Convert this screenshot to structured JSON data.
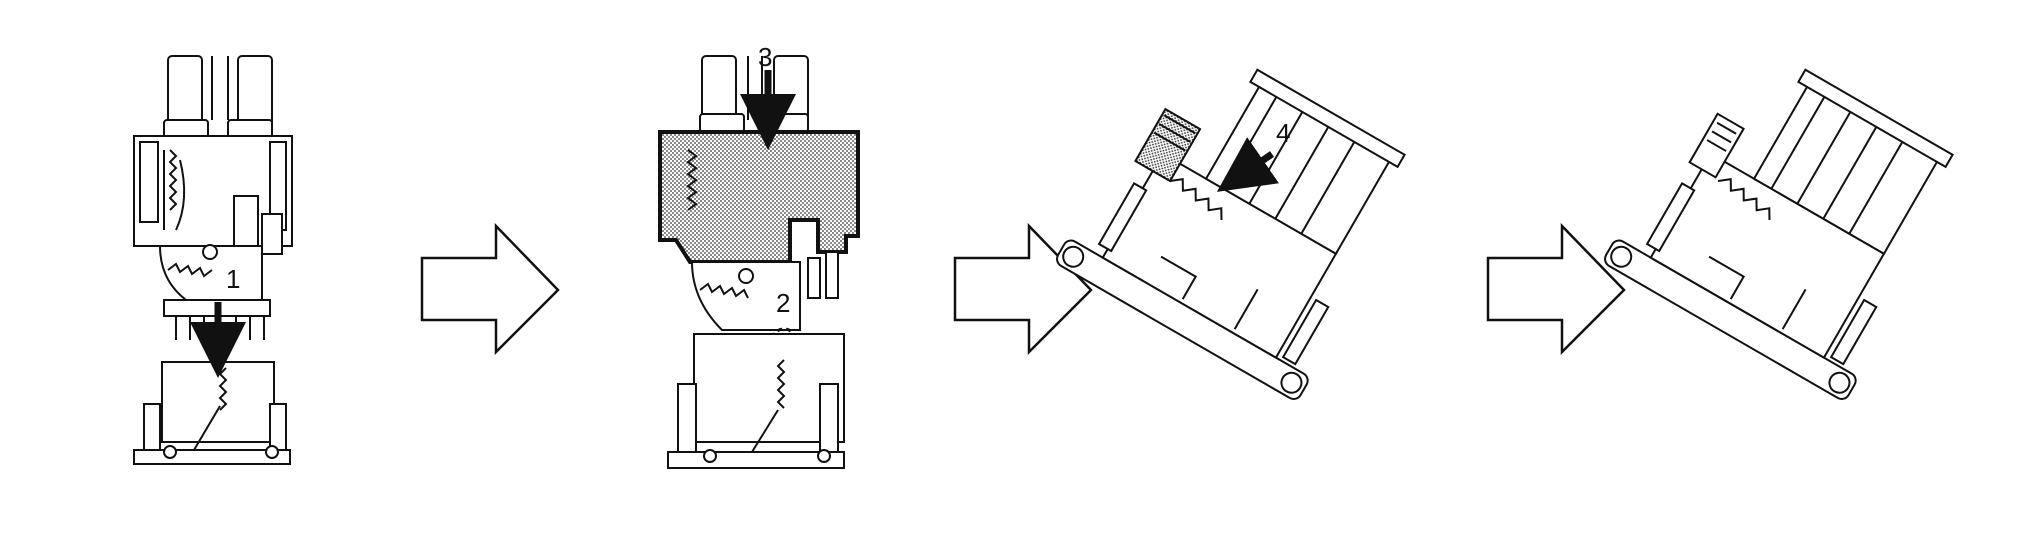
{
  "figure": {
    "steps": [
      {
        "id": "panel-1",
        "callouts": [
          "1"
        ]
      },
      {
        "id": "panel-2",
        "callouts": [
          "2",
          "3"
        ]
      },
      {
        "id": "panel-3",
        "callouts": [
          "4"
        ]
      },
      {
        "id": "panel-4",
        "callouts": []
      }
    ],
    "arrow_count": 3,
    "colors": {
      "line": "#111111",
      "background": "#ffffff",
      "hatch": "#555555"
    }
  }
}
